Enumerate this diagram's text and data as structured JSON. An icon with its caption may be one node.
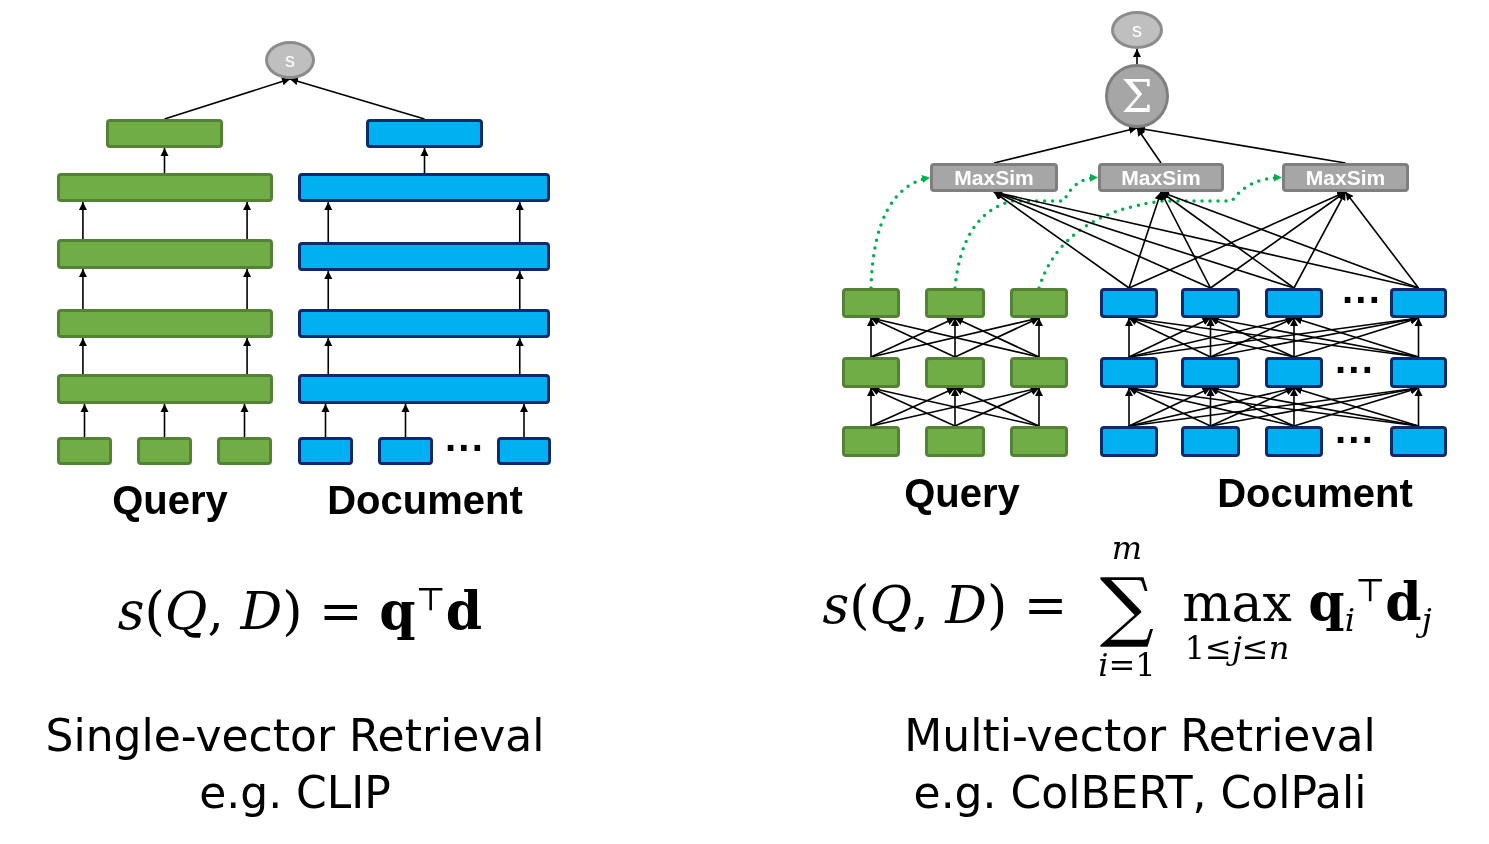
{
  "diagram": {
    "nodes": [
      {
        "text": [
          "s"
        ]
      },
      {
        "text": [],
        "shape": "box"
      },
      {
        "text": [],
        "shape": "box"
      },
      {
        "text": [],
        "shape": "box"
      },
      {
        "text": [],
        "shape": "box"
      },
      {
        "text": [],
        "shape": "box"
      },
      {
        "text": [],
        "shape": "box"
      },
      {
        "text": [],
        "shape": "box"
      },
      {
        "text": [],
        "shape": "box"
      },
      {
        "text": [],
        "shape": "box"
      },
      {
        "text": [],
        "shape": "box"
      },
      {
        "text": [],
        "shape": "box"
      },
      {
        "text": [],
        "shape": "box"
      },
      {
        "text": [],
        "shape": "box"
      },
      {
        "text": [],
        "shape": "box"
      },
      {
        "text": [],
        "shape": "box"
      },
      {
        "text": [],
        "shape": "box"
      },
      {
        "text": [
          "s"
        ]
      },
      {
        "text": [
          "Σ"
        ]
      },
      {
        "text": [
          "MaxSim"
        ]
      },
      {
        "text": [
          "MaxSim"
        ]
      },
      {
        "text": [
          "MaxSim"
        ]
      },
      {
        "text": [],
        "shape": "box"
      },
      {
        "text": [],
        "shape": "box"
      },
      {
        "text": [],
        "shape": "box"
      },
      {
        "text": [],
        "shape": "box"
      },
      {
        "text": [],
        "shape": "box"
      },
      {
        "text": [],
        "shape": "box"
      },
      {
        "text": [],
        "shape": "box"
      },
      {
        "text": [],
        "shape": "box"
      },
      {
        "text": [],
        "shape": "box"
      },
      {
        "text": [],
        "shape": "box"
      },
      {
        "text": [],
        "shape": "box"
      },
      {
        "text": [],
        "shape": "box"
      },
      {
        "text": [],
        "shape": "box"
      },
      {
        "text": [],
        "shape": "box"
      },
      {
        "text": [],
        "shape": "box"
      },
      {
        "text": [],
        "shape": "box"
      },
      {
        "text": [],
        "shape": "box"
      },
      {
        "text": [],
        "shape": "box"
      },
      {
        "text": [],
        "shape": "box"
      },
      {
        "text": [],
        "shape": "box"
      },
      {
        "text": [],
        "shape": "box"
      }
    ],
    "edges": [
      {
        "from": 1,
        "to": 0,
        "arrow": "to"
      },
      {
        "from": 2,
        "to": 0,
        "arrow": "to"
      },
      {
        "from": 3,
        "to": 1,
        "arrow": "to"
      },
      {
        "from": 4,
        "to": 2,
        "arrow": "to"
      },
      {
        "from": 5,
        "to": 3,
        "arrow": "to"
      },
      {
        "from": 5,
        "to": 3,
        "arrow": "to"
      },
      {
        "from": 6,
        "to": 4,
        "arrow": "to"
      },
      {
        "from": 6,
        "to": 4,
        "arrow": "to"
      },
      {
        "from": 7,
        "to": 5,
        "arrow": "to"
      },
      {
        "from": 7,
        "to": 5,
        "arrow": "to"
      },
      {
        "from": 8,
        "to": 6,
        "arrow": "to"
      },
      {
        "from": 8,
        "to": 6,
        "arrow": "to"
      },
      {
        "from": 9,
        "to": 7,
        "arrow": "to"
      },
      {
        "from": 9,
        "to": 7,
        "arrow": "to"
      },
      {
        "from": 10,
        "to": 8,
        "arrow": "to"
      },
      {
        "from": 10,
        "to": 8,
        "arrow": "to"
      },
      {
        "from": 11,
        "to": 9,
        "arrow": "to"
      },
      {
        "from": 12,
        "to": 9,
        "arrow": "to"
      },
      {
        "from": 13,
        "to": 9,
        "arrow": "to"
      },
      {
        "from": 14,
        "to": 10,
        "arrow": "to"
      },
      {
        "from": 15,
        "to": 10,
        "arrow": "to"
      },
      {
        "from": 16,
        "to": 10,
        "arrow": "to"
      },
      {
        "from": 18,
        "to": 17,
        "arrow": "to"
      },
      {
        "from": 19,
        "to": 18,
        "arrow": "to"
      },
      {
        "from": 20,
        "to": 18,
        "arrow": "to"
      },
      {
        "from": 21,
        "to": 18,
        "arrow": "to"
      },
      {
        "from": 22,
        "to": 19,
        "arrow": "to",
        "style": "dashed",
        "color": "#00b050"
      },
      {
        "from": 23,
        "to": 20,
        "arrow": "to",
        "style": "dashed",
        "color": "#00b050"
      },
      {
        "from": 24,
        "to": 21,
        "arrow": "to",
        "style": "dashed",
        "color": "#00b050"
      },
      {
        "from": 25,
        "to": 19,
        "arrow": "to"
      },
      {
        "from": 26,
        "to": 19,
        "arrow": "to"
      },
      {
        "from": 27,
        "to": 19,
        "arrow": "to"
      },
      {
        "from": 28,
        "to": 19,
        "arrow": "to"
      },
      {
        "from": 25,
        "to": 20,
        "arrow": "to"
      },
      {
        "from": 26,
        "to": 20,
        "arrow": "to"
      },
      {
        "from": 27,
        "to": 20,
        "arrow": "to"
      },
      {
        "from": 28,
        "to": 20,
        "arrow": "to"
      },
      {
        "from": 25,
        "to": 21,
        "arrow": "to"
      },
      {
        "from": 26,
        "to": 21,
        "arrow": "to"
      },
      {
        "from": 27,
        "to": 21,
        "arrow": "to"
      },
      {
        "from": 28,
        "to": 21,
        "arrow": "to"
      },
      {
        "from": 29,
        "to": 22,
        "arrow": "to"
      },
      {
        "from": 29,
        "to": 23,
        "arrow": "to"
      },
      {
        "from": 29,
        "to": 24,
        "arrow": "to"
      },
      {
        "from": 30,
        "to": 22,
        "arrow": "to"
      },
      {
        "from": 30,
        "to": 23,
        "arrow": "to"
      },
      {
        "from": 30,
        "to": 24,
        "arrow": "to"
      },
      {
        "from": 31,
        "to": 22,
        "arrow": "to"
      },
      {
        "from": 31,
        "to": 23,
        "arrow": "to"
      },
      {
        "from": 31,
        "to": 24,
        "arrow": "to"
      },
      {
        "from": 36,
        "to": 29,
        "arrow": "to"
      },
      {
        "from": 36,
        "to": 30,
        "arrow": "to"
      },
      {
        "from": 36,
        "to": 31,
        "arrow": "to"
      },
      {
        "from": 37,
        "to": 29,
        "arrow": "to"
      },
      {
        "from": 37,
        "to": 30,
        "arrow": "to"
      },
      {
        "from": 37,
        "to": 31,
        "arrow": "to"
      },
      {
        "from": 38,
        "to": 29,
        "arrow": "to"
      },
      {
        "from": 38,
        "to": 30,
        "arrow": "to"
      },
      {
        "from": 38,
        "to": 31,
        "arrow": "to"
      },
      {
        "from": 32,
        "to": 25,
        "arrow": "to"
      },
      {
        "from": 32,
        "to": 26,
        "arrow": "to"
      },
      {
        "from": 32,
        "to": 27,
        "arrow": "to"
      },
      {
        "from": 32,
        "to": 28,
        "arrow": "to"
      },
      {
        "from": 33,
        "to": 25,
        "arrow": "to"
      },
      {
        "from": 33,
        "to": 26,
        "arrow": "to"
      },
      {
        "from": 33,
        "to": 27,
        "arrow": "to"
      },
      {
        "from": 33,
        "to": 28,
        "arrow": "to"
      },
      {
        "from": 34,
        "to": 25,
        "arrow": "to"
      },
      {
        "from": 34,
        "to": 26,
        "arrow": "to"
      },
      {
        "from": 34,
        "to": 27,
        "arrow": "to"
      },
      {
        "from": 34,
        "to": 28,
        "arrow": "to"
      },
      {
        "from": 35,
        "to": 25,
        "arrow": "to"
      },
      {
        "from": 35,
        "to": 26,
        "arrow": "to"
      },
      {
        "from": 35,
        "to": 27,
        "arrow": "to"
      },
      {
        "from": 35,
        "to": 28,
        "arrow": "to"
      },
      {
        "from": 39,
        "to": 32,
        "arrow": "to"
      },
      {
        "from": 39,
        "to": 33,
        "arrow": "to"
      },
      {
        "from": 39,
        "to": 34,
        "arrow": "to"
      },
      {
        "from": 39,
        "to": 35,
        "arrow": "to"
      },
      {
        "from": 40,
        "to": 32,
        "arrow": "to"
      },
      {
        "from": 40,
        "to": 33,
        "arrow": "to"
      },
      {
        "from": 40,
        "to": 34,
        "arrow": "to"
      },
      {
        "from": 40,
        "to": 35,
        "arrow": "to"
      },
      {
        "from": 41,
        "to": 32,
        "arrow": "to"
      },
      {
        "from": 41,
        "to": 33,
        "arrow": "to"
      },
      {
        "from": 41,
        "to": 34,
        "arrow": "to"
      },
      {
        "from": 41,
        "to": 35,
        "arrow": "to"
      },
      {
        "from": 42,
        "to": 32,
        "arrow": "to"
      },
      {
        "from": 42,
        "to": 33,
        "arrow": "to"
      },
      {
        "from": 42,
        "to": 34,
        "arrow": "to"
      },
      {
        "from": 42,
        "to": 35,
        "arrow": "to"
      }
    ],
    "labels": [
      "···",
      "Query",
      "Document",
      "*s*(*Q*, *D*) = **q**$^{⊤}$**d**",
      "Single-vector Retrieval",
      "e.g. CLIP",
      "···",
      "···",
      "···",
      "Query",
      "Document",
      "*s*(*Q*, *D*) =",
      "*m*",
      "∑",
      "*i*=1",
      "max",
      "1≤*j*≤*n*",
      "**q**$_{i}$$^{⊤}$**d**$_{j}$",
      "Multi-vector Retrieval",
      "e.g. ColBERT, ColPali"
    ]
  }
}
